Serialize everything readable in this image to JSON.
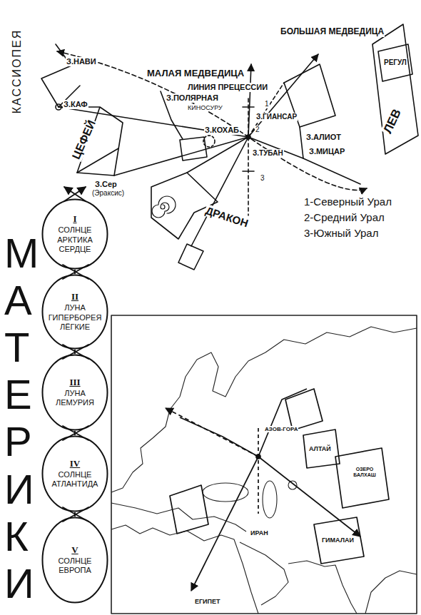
{
  "diagram": {
    "nodes": [
      {
        "text": [
          "I",
          "СОЛНЦЕ АРКТИКА СЕРДЦЕ"
        ]
      },
      {
        "text": [
          "II",
          "ЛУНА ГИПЕРБОРЕЯ ЛЁГКИЕ"
        ]
      },
      {
        "text": [
          "III",
          "ЛУНА ЛЕМУРИЯ"
        ]
      },
      {
        "text": [
          "IV",
          "СОЛНЦЕ АТЛАНТИДА"
        ]
      },
      {
        "text": [
          "V",
          "СОЛНЦЕ ЕВРОПА"
        ]
      }
    ],
    "edges": [
      {
        "from": 0,
        "to": 1,
        "arrow": "none"
      },
      {
        "from": 1,
        "to": 2,
        "arrow": "none"
      },
      {
        "from": 2,
        "to": 3,
        "arrow": "none"
      },
      {
        "from": 3,
        "to": 4,
        "arrow": "none"
      }
    ],
    "labels": [
      "КАССИОПЕЯ",
      "З.НАВИ",
      "З.КАФ",
      "ЦЕФЕЙ",
      "З.Сер",
      "(Эраксис)",
      "МАЛАЯ МЕДВЕДИЦА",
      "ЛИНИЯ ПРЕЦЕССИИ",
      "З.ПОЛЯРНАЯ",
      "КИНОСУРУ",
      "З.КОХАБ",
      "З.ГИАНСАР",
      "З.ТУБАН",
      "БОЛЬШАЯ МЕДВЕДИЦА",
      "З.АЛИОТ",
      "З.МИЦАР",
      "РЕГУЛ",
      "ЛЕВ",
      "ДРАКОН",
      "1",
      "2",
      "3",
      "1-Северный Урал",
      "2-Средний Урал",
      "3-Южный Урал",
      "МАТЕРИКИ",
      "АЗОВ-ГОРА",
      "АЛТАЙ",
      "ОЗЕРО БАЛХАШ",
      "ГИМАЛАИ",
      "ИРАН",
      "ЕГИПЕТ"
    ]
  }
}
